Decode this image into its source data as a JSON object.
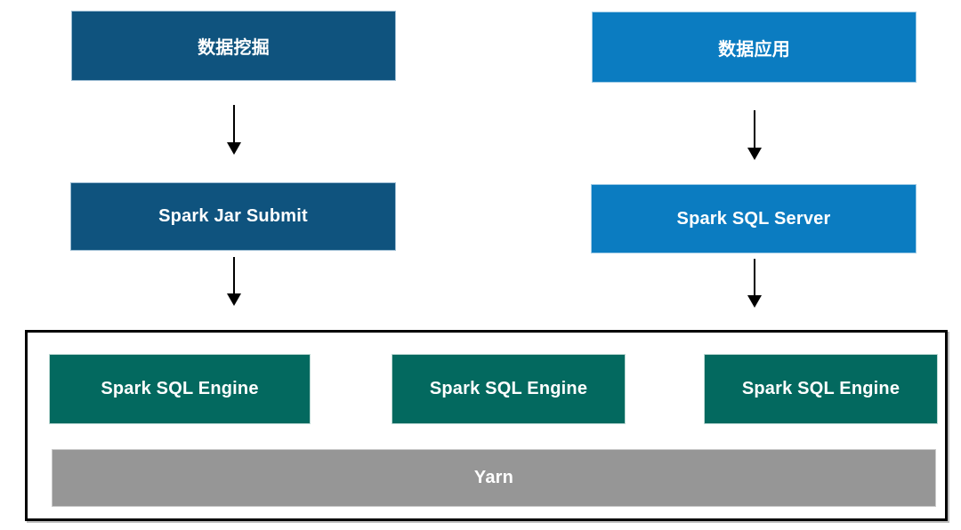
{
  "colors": {
    "dark_blue": "#0f537e",
    "bright_blue": "#0b7cc1",
    "teal": "#03695f",
    "gray": "#969696",
    "arrow": "#000000",
    "cluster_border": "#000000",
    "text": "#ffffff"
  },
  "nodes": {
    "data_mining": {
      "label": "数据挖掘"
    },
    "data_app": {
      "label": "数据应用"
    },
    "spark_jar": {
      "label": "Spark Jar Submit"
    },
    "sql_server": {
      "label": "Spark SQL Server"
    }
  },
  "cluster": {
    "engines": [
      {
        "label": "Spark SQL Engine"
      },
      {
        "label": "Spark SQL Engine"
      },
      {
        "label": "Spark SQL Engine"
      }
    ],
    "yarn": {
      "label": "Yarn"
    }
  }
}
